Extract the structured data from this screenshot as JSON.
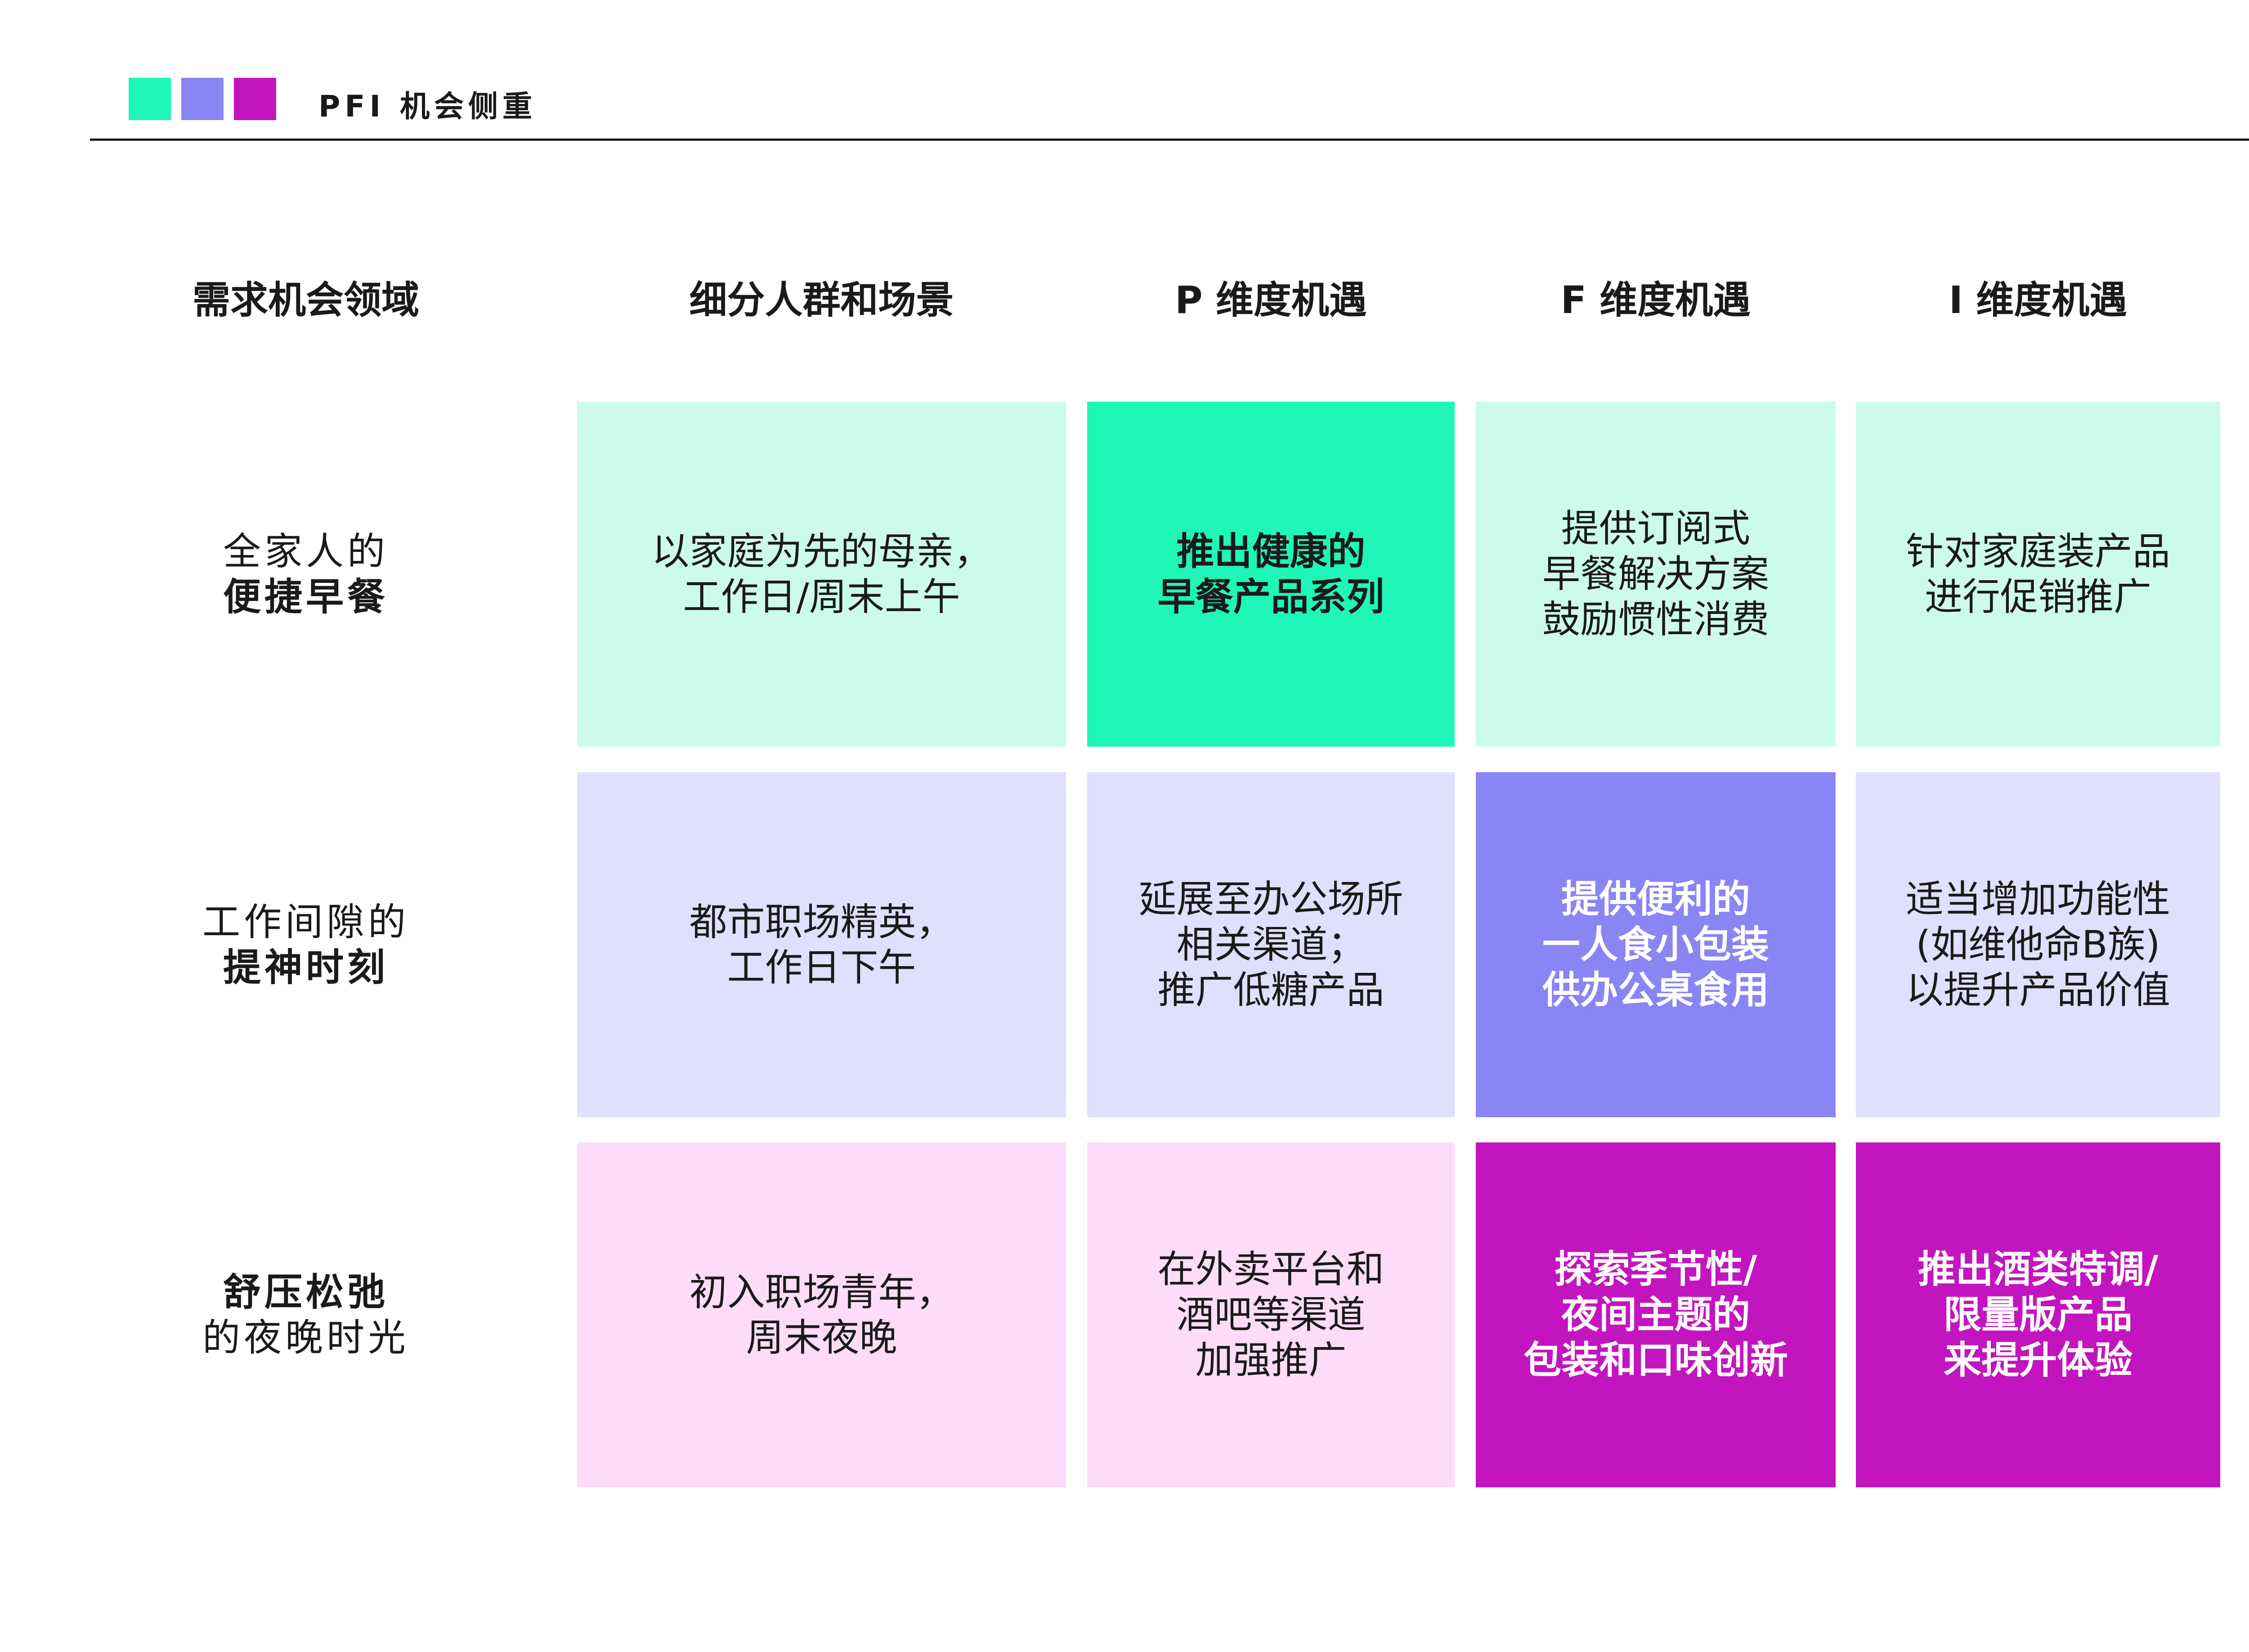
{
  "header": {
    "title": "PFI 机会侧重",
    "squares": [
      "#1ef7b7",
      "#8885f5",
      "#c215bf"
    ]
  },
  "columns": [
    "需求机会领域",
    "细分人群和场景",
    "P 维度机遇",
    "F 维度机遇",
    "I 维度机遇"
  ],
  "rows": [
    {
      "label_line1": "全家人的",
      "label_line2": "便捷早餐",
      "bold_line": 2,
      "cells": [
        {
          "text": "以家庭为先的母亲，\n工作日/周末上午",
          "bg": "#ccfbeb",
          "color": "#1a1a1a",
          "bold": false
        },
        {
          "text": "推出健康的\n早餐产品系列",
          "bg": "#1ef7b7",
          "color": "#1a1a1a",
          "bold": true
        },
        {
          "text": "提供订阅式\n早餐解决方案\n鼓励惯性消费",
          "bg": "#ccfbeb",
          "color": "#1a1a1a",
          "bold": false
        },
        {
          "text": "针对家庭装产品\n进行促销推广",
          "bg": "#ccfbeb",
          "color": "#1a1a1a",
          "bold": false
        }
      ]
    },
    {
      "label_line1": "工作间隙的",
      "label_line2": "提神时刻",
      "bold_line": 2,
      "cells": [
        {
          "text": "都市职场精英，\n工作日下午",
          "bg": "#e0dffc",
          "color": "#1a1a1a",
          "bold": false
        },
        {
          "text": "延展至办公场所\n相关渠道；\n推广低糖产品",
          "bg": "#e0dffc",
          "color": "#1a1a1a",
          "bold": false
        },
        {
          "text": "提供便利的\n一人食小包装\n供办公桌食用",
          "bg": "#8885f5",
          "color": "#ffffff",
          "bold": true
        },
        {
          "text": "适当增加功能性\n(如维他命B族)\n以提升产品价值",
          "bg": "#e0dffc",
          "color": "#1a1a1a",
          "bold": false
        }
      ]
    },
    {
      "label_line1": "舒压松弛",
      "label_line2": "的夜晚时光",
      "bold_line": 1,
      "cells": [
        {
          "text": "初入职场青年，\n周末夜晚",
          "bg": "#fddcfa",
          "color": "#1a1a1a",
          "bold": false
        },
        {
          "text": "在外卖平台和\n酒吧等渠道\n加强推广",
          "bg": "#fddcfa",
          "color": "#1a1a1a",
          "bold": false
        },
        {
          "text": "探索季节性/\n夜间主题的\n包装和口味创新",
          "bg": "#c215bf",
          "color": "#ffffff",
          "bold": true
        },
        {
          "text": "推出酒类特调/\n限量版产品\n来提升体验",
          "bg": "#c215bf",
          "color": "#ffffff",
          "bold": true
        }
      ]
    }
  ]
}
